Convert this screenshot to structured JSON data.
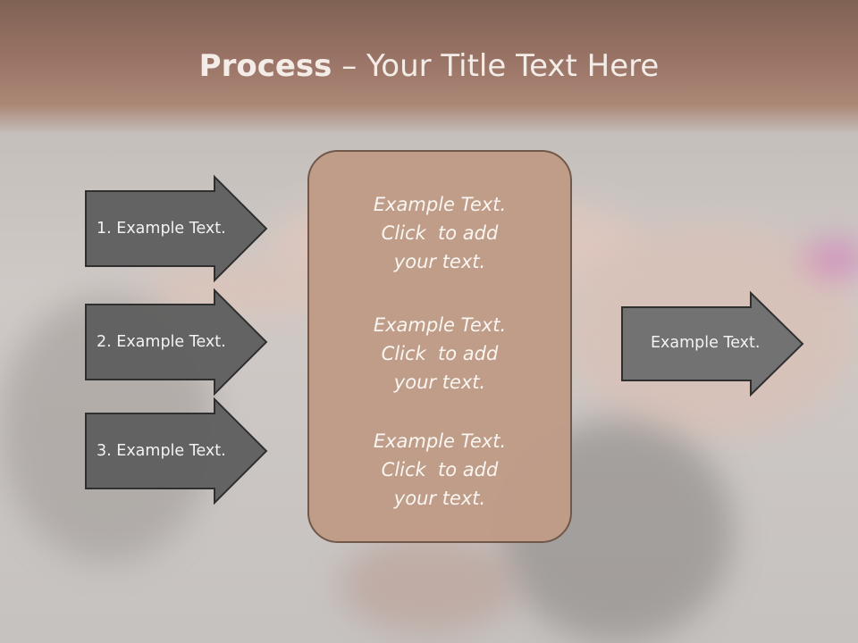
{
  "title": {
    "bold": "Process",
    "dash": " – ",
    "rest": "Your Title Text Here"
  },
  "left_arrows": [
    {
      "label": "1. Example Text."
    },
    {
      "label": "2. Example Text."
    },
    {
      "label": "3. Example Text."
    }
  ],
  "center_blocks": [
    {
      "text": "Example Text.\nClick  to add\nyour text."
    },
    {
      "text": "Example Text.\nClick  to add\nyour text."
    },
    {
      "text": "Example Text.\nClick  to add\nyour text."
    }
  ],
  "right_arrow": {
    "label": "Example Text."
  },
  "colors": {
    "title_band": "#9a7466",
    "arrow_fill": "#5e5e5e",
    "arrow_stroke": "#2f2f2f",
    "center_fill": "#c09c88",
    "center_border": "#6e5548"
  }
}
